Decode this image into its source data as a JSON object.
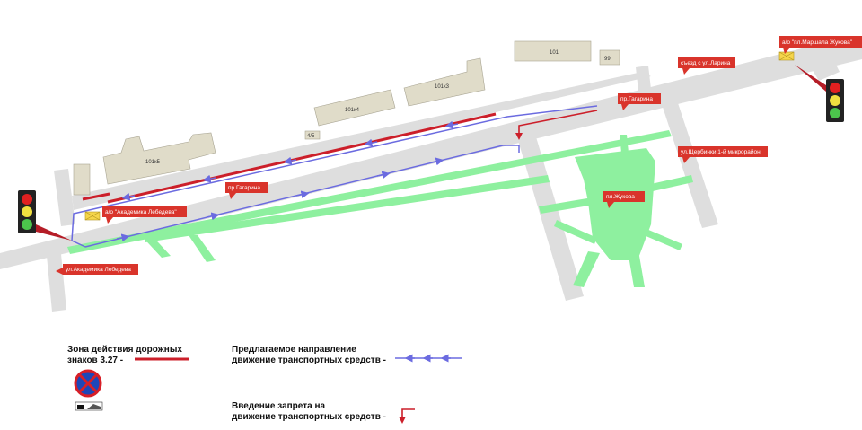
{
  "colors": {
    "road": "#dedede",
    "building": "#e0dcc9",
    "green": "#8ef09f",
    "zone_line": "#cc1f2a",
    "route": "#6b6be0",
    "label_bg": "#d9342b",
    "sign_yellow": "#f5d54a"
  },
  "buildings": {
    "b101": "101",
    "b99": "99",
    "b101k3": "101к3",
    "b101k4": "101к4",
    "b101k5": "101к5",
    "b4": "4/5"
  },
  "labels": {
    "marshal_zhukov_stop": "а/о \"пл.Маршала Жукова\"",
    "larina_exit": "съезд с ул.Ларина",
    "gagarina_east": "пр.Гагарина",
    "shcherbinki": "ул.Щербинки 1-й микрорайон",
    "zhukov_square": "пл.Жукова",
    "gagarina_west": "пр.Гагарина",
    "lebedev_stop": "а/о \"Академика Лебедева\"",
    "lebedev_street": "ул.Академика Лебедева"
  },
  "legend": {
    "zone_title_1": "Зона действия дорожных",
    "zone_title_2": "знаков 3.27   -",
    "route_title_1": "Предлагаемое направление",
    "route_title_2": "движение транспортных средств -",
    "ban_title_1": "Введение запрета на",
    "ban_title_2": "движение транспортных средств -"
  },
  "icons": [
    "traffic-light-icon",
    "bus-stop-icon",
    "no-stopping-sign-icon",
    "tow-truck-icon",
    "route-arrow-icon",
    "ban-arrow-icon"
  ]
}
